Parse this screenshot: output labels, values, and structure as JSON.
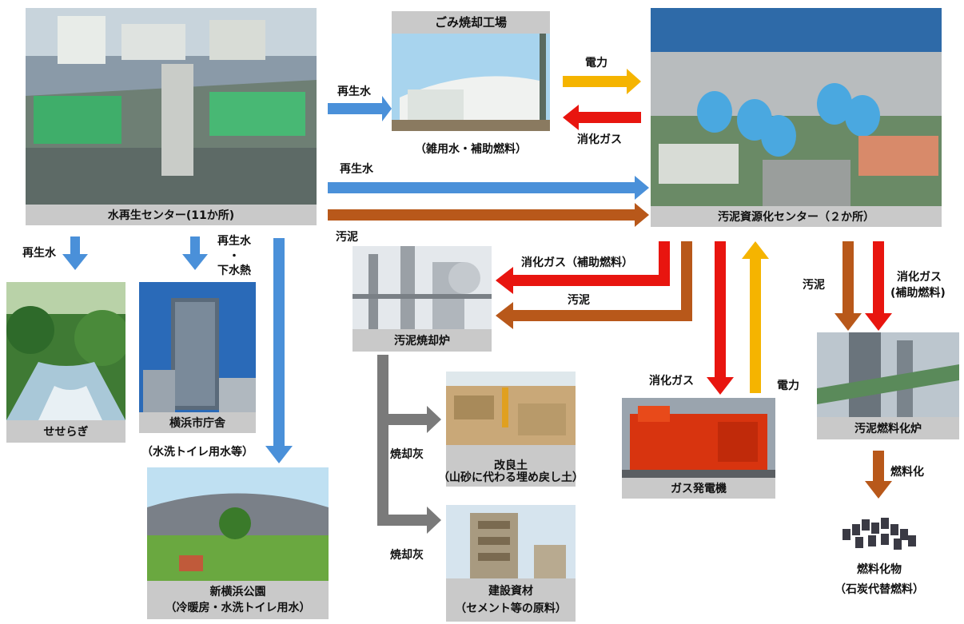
{
  "nodes": {
    "water_center": {
      "caption": "水再生センター(11か所)"
    },
    "incinerator": {
      "title": "ごみ焼却工場",
      "subtitle": "（雑用水・補助燃料）"
    },
    "sludge_center": {
      "caption": "汚泥資源化センター（２か所）"
    },
    "seseragi": {
      "caption": "せせらぎ"
    },
    "city_hall": {
      "caption": "横浜市庁舎",
      "subtitle": "（水洗トイレ用水等）"
    },
    "park": {
      "caption": "新横浜公園",
      "caption2": "（冷暖房・水洗トイレ用水）"
    },
    "sludge_furnace": {
      "caption": "汚泥焼却炉"
    },
    "soil": {
      "caption": "改良土",
      "caption2": "（山砂に代わる埋め戻し土）"
    },
    "construction": {
      "caption": "建設資材",
      "caption2": "（セメント等の原料）"
    },
    "gas_generator": {
      "caption": "ガス発電機"
    },
    "fuel_furnace": {
      "caption": "汚泥燃料化炉"
    },
    "fuel_product": {
      "caption": "燃料化物",
      "caption2": "（石炭代替燃料）"
    }
  },
  "labels": {
    "reclaimed_water": "再生水",
    "reclaimed_water_heat_1": "再生水",
    "reclaimed_water_heat_dot": "・",
    "reclaimed_water_heat_2": "下水熱",
    "electricity": "電力",
    "digestion_gas": "消化ガス",
    "sludge": "汚泥",
    "digestion_gas_aux": "消化ガス（補助燃料）",
    "digestion_gas_aux_1": "消化ガス",
    "digestion_gas_aux_2": "(補助燃料)",
    "incineration_ash": "焼却灰",
    "fuelization": "燃料化"
  },
  "colors": {
    "blue": "#4a90d9",
    "orange": "#b8581a",
    "yellow": "#f5b400",
    "red": "#e8150f",
    "gray": "#7a7a7a",
    "caption_bg": "#c9c9c9"
  }
}
